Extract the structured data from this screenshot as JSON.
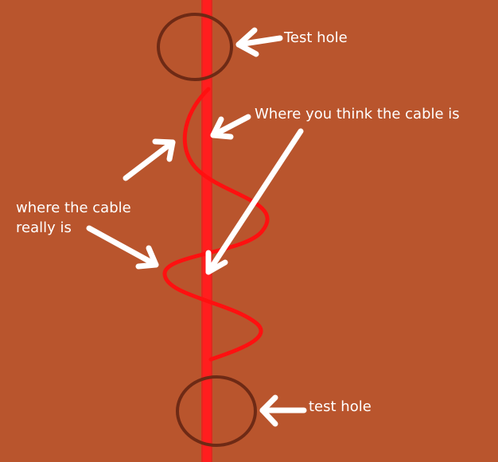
{
  "labels": {
    "test_hole_top": "Test hole",
    "where_you_think": "Where you think the cable is",
    "where_really_line1": "where the cable",
    "where_really_line2": "really is",
    "test_hole_bottom": "test hole"
  },
  "colors": {
    "background": "#b9552d",
    "cable_straight": "#ff1e1e",
    "cable_band": "#e2281f",
    "cable_actual": "#ff1010",
    "hole": "#6e2a15",
    "annotation": "#ffffff"
  }
}
